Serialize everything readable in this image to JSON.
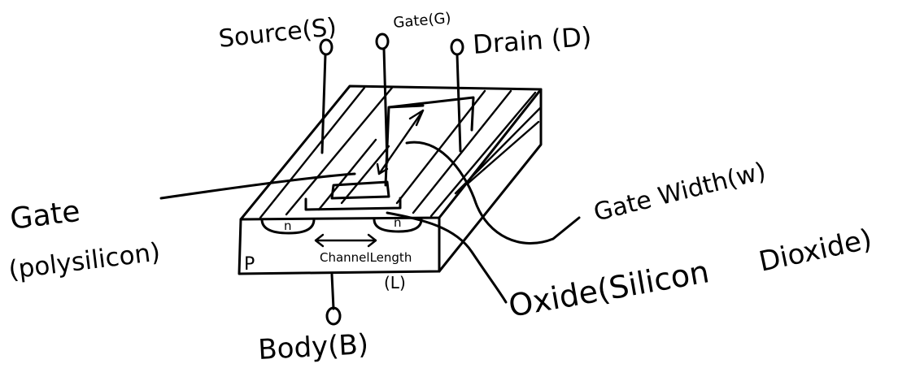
{
  "labels": {
    "source": "Source(S)",
    "gate_terminal": "Gate(G)",
    "drain": "Drain (D)",
    "gate_width": "Gate Width(w)",
    "gate_material_1": "Gate",
    "gate_material_2": "(polysilicon)",
    "oxide_1": "Oxide(Silicon",
    "oxide_2": "Dioxide)",
    "body": "Body(B)",
    "substrate": "P",
    "source_region": "n",
    "drain_region": "n",
    "channel_length": "ChannelLength",
    "channel_length_symbol": "(L)"
  }
}
